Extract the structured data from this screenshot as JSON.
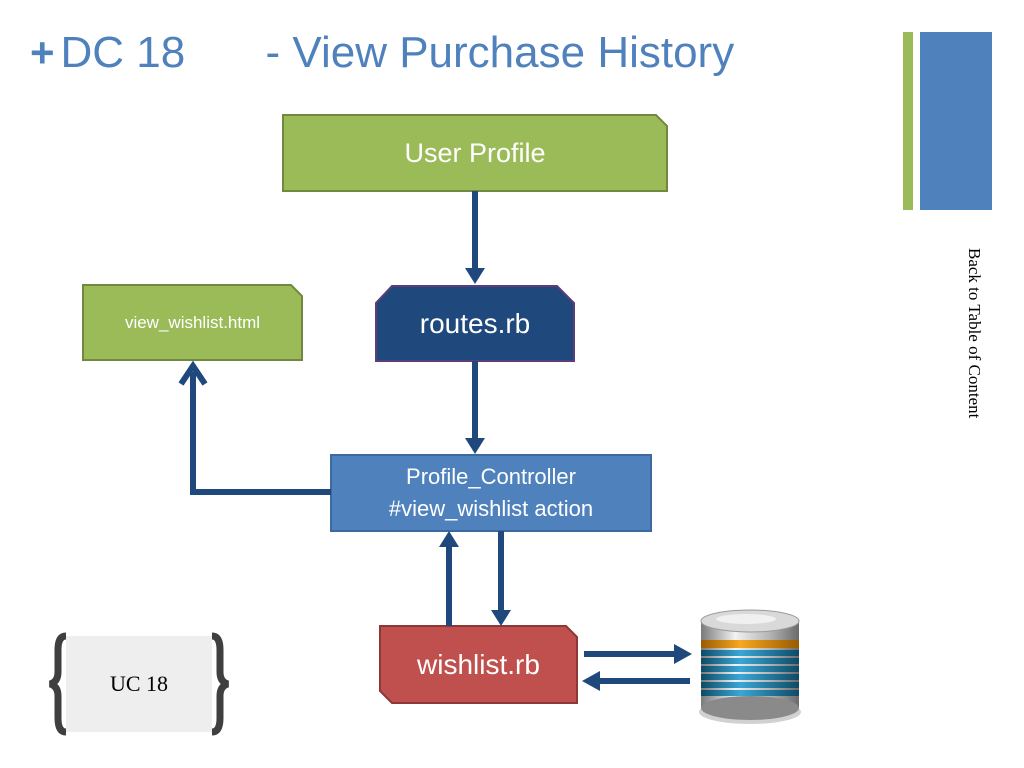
{
  "slide": {
    "title_prefix": "DC 18",
    "title_main": "- View Purchase History",
    "toc_link": "Back to Table of Content",
    "uc_label": "UC 18"
  },
  "nodes": {
    "user_profile": "User Profile",
    "routes": "routes.rb",
    "view_wishlist": "view_wishlist.html",
    "controller_line1": "Profile_Controller",
    "controller_line2": "#view_wishlist action",
    "wishlist_model": "wishlist.rb"
  },
  "colors": {
    "title": "#4f81bd",
    "green_box": "#9bbb59",
    "navy_box": "#1f497d",
    "blue_box": "#4f81bd",
    "red_box": "#c0504d",
    "arrow": "#1f497d"
  },
  "icons": {
    "title_plus": "plus-icon",
    "database": "database-icon"
  }
}
